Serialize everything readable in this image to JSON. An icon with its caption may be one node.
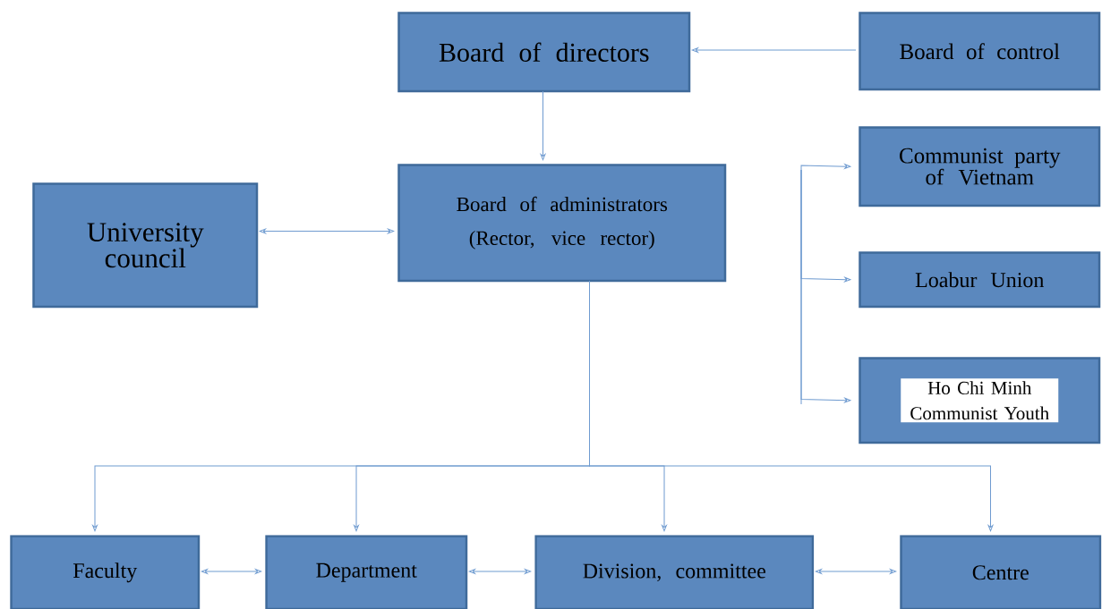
{
  "diagram": {
    "nodes": [
      {
        "text": [
          "Board of directors"
        ]
      },
      {
        "text": [
          "Board of control"
        ]
      },
      {
        "text": [
          "Board of administrators",
          "(Rector, vice rector)"
        ]
      },
      {
        "text": [
          "University council"
        ]
      },
      {
        "text": [
          "Communist party of Vietnam"
        ]
      },
      {
        "text": [
          "Loabur Union"
        ]
      },
      {
        "text": [
          "Ho Chi Minh Communist Youth"
        ]
      },
      {
        "text": [
          "Faculty"
        ]
      },
      {
        "text": [
          "Department"
        ]
      },
      {
        "text": [
          "Division, committee"
        ]
      },
      {
        "text": [
          "Centre"
        ]
      }
    ],
    "edges": [
      {
        "from": 1,
        "to": 0,
        "arrow": "to"
      },
      {
        "from": 0,
        "to": 2,
        "arrow": "to"
      },
      {
        "from": 2,
        "to": 3,
        "arrow": "both"
      },
      {
        "from": null,
        "to": 4,
        "arrow": "to"
      },
      {
        "from": null,
        "to": 5,
        "arrow": "to"
      },
      {
        "from": null,
        "to": 6,
        "arrow": "to"
      },
      {
        "from": 2,
        "to": 7,
        "arrow": "to"
      },
      {
        "from": 2,
        "to": 8,
        "arrow": "to"
      },
      {
        "from": 2,
        "to": 9,
        "arrow": "to"
      },
      {
        "from": 2,
        "to": 10,
        "arrow": "to"
      },
      {
        "from": 7,
        "to": 8,
        "arrow": "both"
      },
      {
        "from": 8,
        "to": 9,
        "arrow": "both"
      },
      {
        "from": 9,
        "to": 10,
        "arrow": "both"
      }
    ]
  }
}
